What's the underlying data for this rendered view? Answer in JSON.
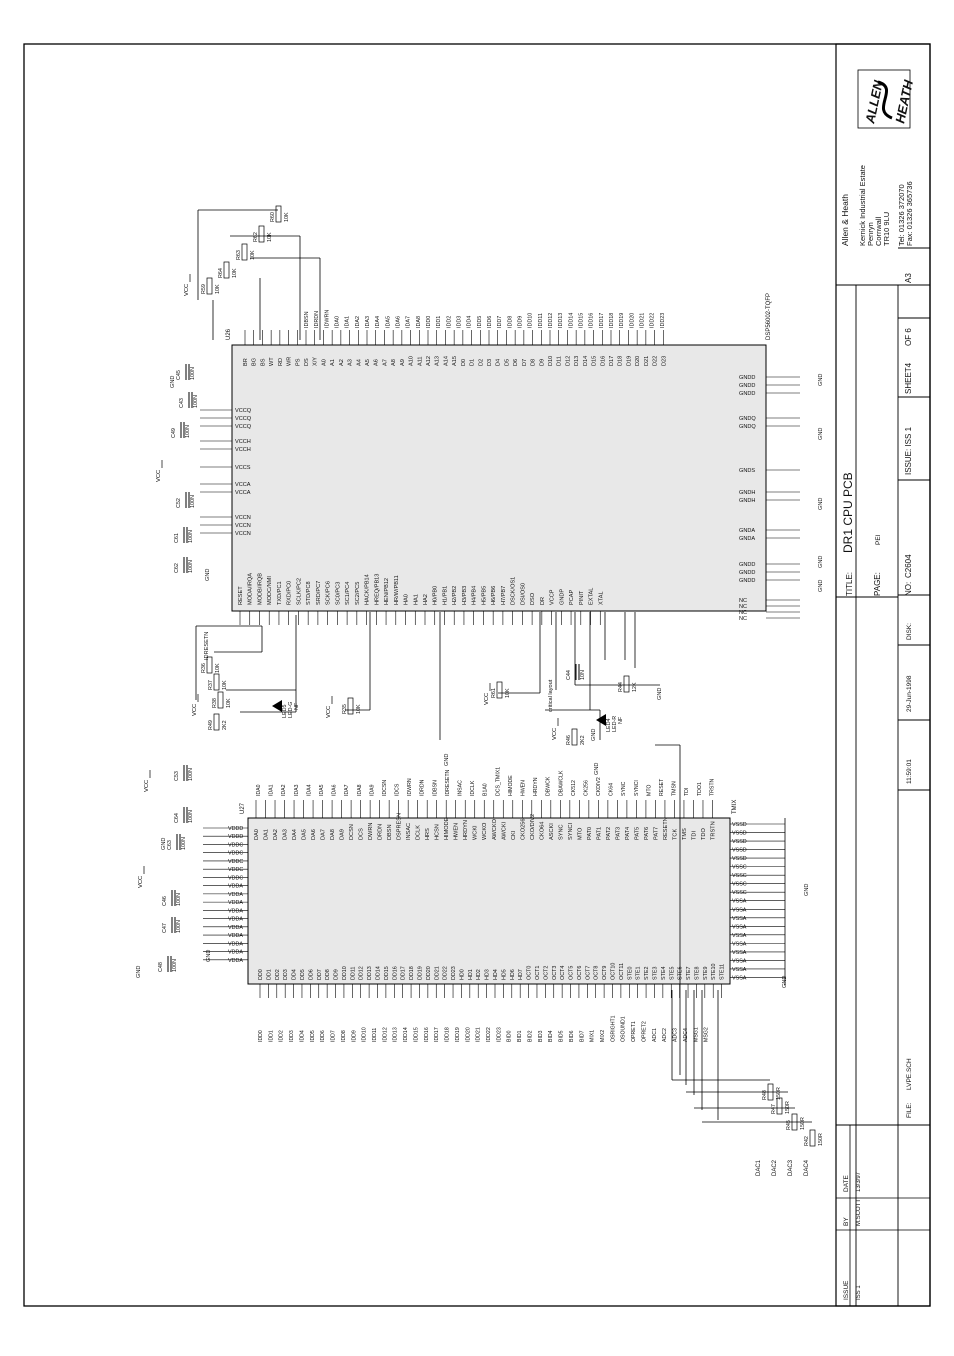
{
  "title_block": {
    "title_label": "TITLE:",
    "title": "DR1 CPU PCB",
    "page_label": "PAGE:",
    "page": "PEI",
    "no_label": "NO:",
    "number": "C2604",
    "issue": "ISSUE: ISS 1",
    "sheet": "SHEET4",
    "of": "OF 6",
    "size": "A3",
    "time": "11:59:01",
    "date": "29-Jun-1998",
    "disk_label": "DISK:",
    "file_label": "FILE:",
    "file": "LVPE.SCH"
  },
  "company": {
    "name": "Allen & Heath",
    "address_lines": [
      "Kernick Industrial Estate",
      "Penryn",
      "Cornwall",
      "TR10 9LU"
    ],
    "tel": "Tel: 01326 372070",
    "fax": "Fax: 01326 365736",
    "logo_top": "ALLEN",
    "logo_bottom": "HEATH"
  },
  "revision_table": {
    "headers": [
      "ISSUE",
      "BY",
      "DATE"
    ],
    "rows": [
      [
        "ISS 1",
        "M.SCOTT",
        "13/3/97"
      ]
    ]
  },
  "components": {
    "u26": {
      "ref": "U26",
      "part": "DSP56002-TQFP",
      "left_pins": [
        "RESET",
        "MODA/IRQA",
        "MODB/IRQB",
        "MODC/NMI",
        "TXD/PC1",
        "RXD/PC0",
        "SCLK/PC2",
        "STD/PC8",
        "SRD/PC7",
        "SCK/PC6",
        "SC0/PC3",
        "SC1/PC4",
        "SC2/PC5",
        "HACK/PB14",
        "HREQ/PB13",
        "HEN/PB12",
        "HR/W/PB11",
        "HA0",
        "HA1",
        "HA2",
        "H0/PB0",
        "H1/PB1",
        "H2/PB2",
        "H3/PB3",
        "H4/PB4",
        "H5/PB5",
        "H6/PB6",
        "H7/PB7",
        "DSCK/OS1",
        "DSI/OS0",
        "DSO",
        "DR",
        "VCCP",
        "GNDP",
        "PCAP",
        "PINIT",
        "EXTAL",
        "XTAL"
      ],
      "top_pins": [
        "BR",
        "BG",
        "BS",
        "WT",
        "RD",
        "WR",
        "PS",
        "DS",
        "X/Y",
        "A0",
        "A1",
        "A2",
        "A3",
        "A4",
        "A5",
        "A6",
        "A7",
        "A8",
        "A9",
        "A10",
        "A11",
        "A12",
        "A13",
        "A14",
        "A15",
        "D0",
        "D1",
        "D2",
        "D3",
        "D4",
        "D5",
        "D6",
        "D7",
        "D8",
        "D9",
        "D10",
        "D11",
        "D12",
        "D13",
        "D14",
        "D15",
        "D16",
        "D17",
        "D18",
        "D19",
        "D20",
        "D21",
        "D22",
        "D23"
      ],
      "bottom_pins": [
        "VCCQ",
        "VCCQ",
        "VCCQ",
        "VCCH",
        "VCCH",
        "VCCS",
        "VCCA",
        "VCCA",
        "VCCN",
        "VCCN",
        "VCCN"
      ],
      "right_pins": [
        "GNDD",
        "GNDD",
        "GNDD",
        "GNDQ",
        "GNDQ",
        "GNDS",
        "GNDH",
        "GNDH",
        "GNDA",
        "GNDA",
        "GNDD",
        "GNDD",
        "GNDD",
        "NC",
        "NC",
        "NC",
        "NC"
      ]
    },
    "u27": {
      "ref": "U27",
      "part": "TMIX",
      "top_pins": [
        "DA0",
        "DA1",
        "DA2",
        "DA3",
        "DA4",
        "DA5",
        "DA6",
        "DA7",
        "DA8",
        "DA9",
        "DCSN",
        "DCS",
        "DWRN",
        "DRDN",
        "DBSN",
        "DSPRESN",
        "INSAC",
        "DCLK",
        "HRS",
        "HCSN",
        "HIMODE",
        "HWEN",
        "HRDYN",
        "WCKI",
        "WCKO",
        "AWCKO",
        "AWCKI",
        "CKI",
        "CKO256",
        "CKO/DIV2",
        "CKO64",
        "ASCKI",
        "SYNC",
        "SYNCI",
        "MTO",
        "PAT0",
        "PAT1",
        "PAT2",
        "PAT3",
        "PAT4",
        "PAT5",
        "PAT6",
        "PAT7",
        "RESETN",
        "TCK",
        "TMS",
        "TDI",
        "TDO",
        "TRSTN"
      ],
      "bottom_pins": [
        "DD0",
        "DD1",
        "DD2",
        "DD3",
        "DD4",
        "DD5",
        "DD6",
        "DD7",
        "DD8",
        "DD9",
        "DD10",
        "DD11",
        "DD12",
        "DD13",
        "DD14",
        "DD15",
        "DD16",
        "DD17",
        "DD18",
        "DD19",
        "DD20",
        "DD21",
        "DD22",
        "DD23",
        "HD0",
        "HD1",
        "HD2",
        "HD3",
        "HD4",
        "HD5",
        "HD6",
        "HD7",
        "OCT0",
        "OCT1",
        "OCT2",
        "OCT3",
        "OCT4",
        "OCT5",
        "OCT6",
        "OCT7",
        "OCT8",
        "OCT9",
        "OCT10",
        "OCT11",
        "STE0",
        "STE1",
        "STE2",
        "STE3",
        "STE4",
        "STE5",
        "STE6",
        "STE7",
        "STE8",
        "STE9",
        "STE10",
        "STE11"
      ],
      "left_pins": [
        "VDDD",
        "VDDD",
        "VDDC",
        "VDDC",
        "VDDC",
        "VDDC",
        "VDDC",
        "VDDA",
        "VDDA",
        "VDDA",
        "VDDA",
        "VDDA",
        "VDDA",
        "VDDA",
        "VDDA",
        "VDDA",
        "VDDA"
      ],
      "right_pins": [
        "VSSD",
        "VSSD",
        "VSSD",
        "VSSD",
        "VSSD",
        "VSSC",
        "VSSC",
        "VSSC",
        "VSSC",
        "VSSA",
        "VSSA",
        "VSSA",
        "VSSA",
        "VSSA",
        "VSSA",
        "VSSA",
        "VSSA",
        "VSSA",
        "VSSA"
      ]
    },
    "passives": [
      {
        "ref": "R59",
        "value": "10K"
      },
      {
        "ref": "R64",
        "value": "10K"
      },
      {
        "ref": "R63",
        "value": "10K"
      },
      {
        "ref": "R62",
        "value": "10K"
      },
      {
        "ref": "R60",
        "value": "10K"
      },
      {
        "ref": "C45",
        "value": "100N"
      },
      {
        "ref": "C43",
        "value": "100N"
      },
      {
        "ref": "C49",
        "value": "100N"
      },
      {
        "ref": "C52",
        "value": "100N"
      },
      {
        "ref": "C61",
        "value": "100N"
      },
      {
        "ref": "C62",
        "value": "100N"
      },
      {
        "ref": "R36",
        "value": "10K"
      },
      {
        "ref": "R37",
        "value": "10K"
      },
      {
        "ref": "R38",
        "value": "10K"
      },
      {
        "ref": "R49",
        "value": "2K2"
      },
      {
        "ref": "R35",
        "value": "10K"
      },
      {
        "ref": "R61",
        "value": "10K"
      },
      {
        "ref": "C44",
        "value": "10N"
      },
      {
        "ref": "R44",
        "value": "12K"
      },
      {
        "ref": "R46",
        "value": "2K2"
      },
      {
        "ref": "C53",
        "value": "100N"
      },
      {
        "ref": "C64",
        "value": "100N"
      },
      {
        "ref": "C63",
        "value": "100N"
      },
      {
        "ref": "C46",
        "value": "100N"
      },
      {
        "ref": "C47",
        "value": "100N"
      },
      {
        "ref": "C48",
        "value": "100N"
      },
      {
        "ref": "R48",
        "value": "150R"
      },
      {
        "ref": "R47",
        "value": "150R"
      },
      {
        "ref": "R45",
        "value": "150R"
      },
      {
        "ref": "R42",
        "value": "150R"
      }
    ],
    "leds": [
      {
        "ref": "LED5",
        "label": "LED-G",
        "note": "NF"
      },
      {
        "ref": "LED4",
        "label": "LED-R",
        "note": "NF"
      }
    ]
  },
  "nets": {
    "vcc": "VCC",
    "gnd": "GND",
    "idreset": "IDRESETN",
    "dac_outputs": [
      "DAC1",
      "DAC2",
      "DAC3",
      "DAC4"
    ],
    "critical_layout": "critical layout",
    "u26_top_nets": [
      "IDBSN",
      "IDRDN",
      "IDWRN",
      "IDA0",
      "IDA1",
      "IDA2",
      "IDA3",
      "IDA4",
      "IDA5",
      "IDA6",
      "IDA7",
      "IDA8",
      "IDD0",
      "IDD1",
      "IDD2",
      "IDD3",
      "IDD4",
      "IDD5",
      "IDD6",
      "IDD7",
      "IDD8",
      "IDD9",
      "IDD10",
      "IDD11",
      "IDD12",
      "IDD13",
      "IDD14",
      "IDD15",
      "IDD16",
      "IDD17",
      "IDD18",
      "IDD19",
      "IDD20",
      "IDD21",
      "IDD22",
      "IDD23"
    ],
    "u27_top_nets": [
      "IDA0",
      "IDA1",
      "IDA2",
      "IDA3",
      "IDA4",
      "IDA5",
      "IDA6",
      "IDA7",
      "IDA8",
      "IDA9",
      "IDCSN",
      "IDCS",
      "IDWRN",
      "IDRDN",
      "IDBSN",
      "IDRESETN",
      "INSAC",
      "IDCLK",
      "B1A0",
      "DCS_TMIX1",
      "HIMODE",
      "HWEN",
      "HRDYN",
      "DBWCK",
      "DBAWCLK",
      "CK512",
      "CK256",
      "CKDIV2",
      "CK64",
      "SYNC",
      "SYNCI",
      "MTO",
      "RESET",
      "TMSN",
      "TDI",
      "TDO1",
      "TRSTN"
    ],
    "u27_bottom_nets": [
      "IDD0",
      "IDD1",
      "IDD2",
      "IDD3",
      "IDD4",
      "IDD5",
      "IDD6",
      "IDD7",
      "IDD8",
      "IDD9",
      "IDD10",
      "IDD11",
      "IDD12",
      "IDD13",
      "IDD14",
      "IDD15",
      "IDD16",
      "IDD17",
      "IDD18",
      "IDD19",
      "IDD20",
      "IDD21",
      "IDD22",
      "IDD23",
      "BID0",
      "BID1",
      "BID2",
      "BID3",
      "BID4",
      "BID5",
      "BID6",
      "BID7",
      "MIX1",
      "MIX2",
      "OSRIGHT1",
      "OSOUND1",
      "OPRET1",
      "OPRET2",
      "ADC1",
      "ADC2",
      "ADC3",
      "ADC4",
      "MSG1",
      "MSG2"
    ]
  }
}
